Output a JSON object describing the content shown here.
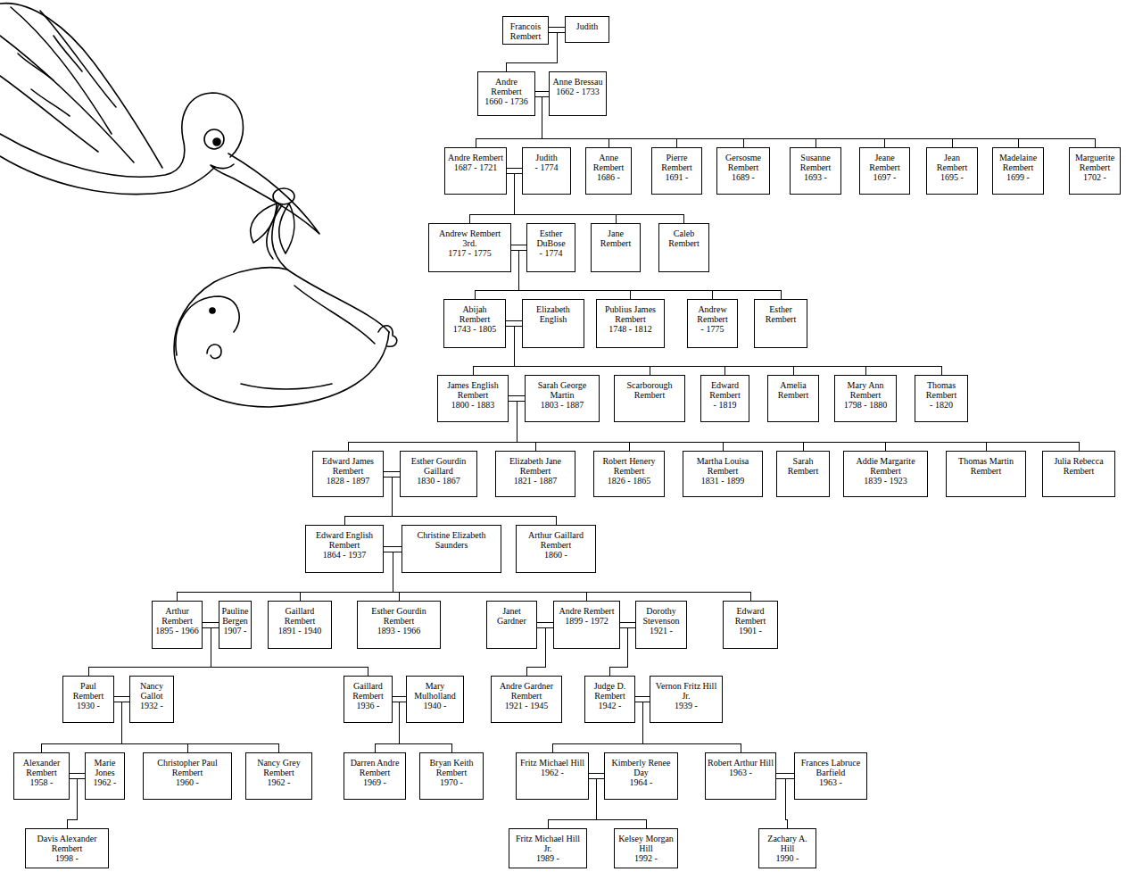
{
  "diagram": {
    "nodes": [
      {
        "text": [
          "Francois Rembert"
        ]
      },
      {
        "text": [
          "Judith"
        ]
      },
      {
        "text": [
          "Andre Rembert",
          "1660 - 1736"
        ]
      },
      {
        "text": [
          "Anne Bressau",
          "1662 - 1733"
        ]
      },
      {
        "text": [
          "Andre Rembert",
          "1687 - 1721"
        ]
      },
      {
        "text": [
          "Judith",
          "- 1774"
        ]
      },
      {
        "text": [
          "Anne Rembert",
          "1686 -"
        ]
      },
      {
        "text": [
          "Pierre Rembert",
          "1691 -"
        ]
      },
      {
        "text": [
          "Gersosme Rembert",
          "1689 -"
        ]
      },
      {
        "text": [
          "Susanne Rembert",
          "1693 -"
        ]
      },
      {
        "text": [
          "Jeane Rembert",
          "1697 -"
        ]
      },
      {
        "text": [
          "Jean Rembert",
          "1695 -"
        ]
      },
      {
        "text": [
          "Madelaine Rembert",
          "1699 -"
        ]
      },
      {
        "text": [
          "Marguerite Rembert",
          "1702 -"
        ]
      },
      {
        "text": [
          "Andrew Rembert 3rd.",
          "1717 - 1775"
        ]
      },
      {
        "text": [
          "Esther DuBose",
          "- 1774"
        ]
      },
      {
        "text": [
          "Jane Rembert"
        ]
      },
      {
        "text": [
          "Caleb Rembert"
        ]
      },
      {
        "text": [
          "Abijah Rembert",
          "1743 - 1805"
        ]
      },
      {
        "text": [
          "Elizabeth English"
        ]
      },
      {
        "text": [
          "Publius James Rembert",
          "1748 - 1812"
        ]
      },
      {
        "text": [
          "Andrew Rembert",
          "- 1775"
        ]
      },
      {
        "text": [
          "Esther Rembert"
        ]
      },
      {
        "text": [
          "James English Rembert",
          "1800 - 1883"
        ]
      },
      {
        "text": [
          "Sarah George Martin",
          "1803 - 1887"
        ]
      },
      {
        "text": [
          "Scarborough Rembert"
        ]
      },
      {
        "text": [
          "Edward Rembert",
          "- 1819"
        ]
      },
      {
        "text": [
          "Amelia Rembert"
        ]
      },
      {
        "text": [
          "Mary Ann Rembert",
          "1798 - 1880"
        ]
      },
      {
        "text": [
          "Thomas Rembert",
          "- 1820"
        ]
      },
      {
        "text": [
          "Edward James Rembert",
          "1828 - 1897"
        ]
      },
      {
        "text": [
          "Esther Gourdin Gaillard",
          "1830 - 1867"
        ]
      },
      {
        "text": [
          "Elizabeth Jane Rembert",
          "1821 - 1887"
        ]
      },
      {
        "text": [
          "Robert Henery Rembert",
          "1826 - 1865"
        ]
      },
      {
        "text": [
          "Martha Louisa Rembert",
          "1831 - 1899"
        ]
      },
      {
        "text": [
          "Sarah Rembert"
        ]
      },
      {
        "text": [
          "Addie Margarite Rembert",
          "1839 - 1923"
        ]
      },
      {
        "text": [
          "Thomas Martin Rembert"
        ]
      },
      {
        "text": [
          "Julia Rebecca Rembert"
        ]
      },
      {
        "text": [
          "Edward English Rembert",
          "1864 - 1937"
        ]
      },
      {
        "text": [
          "Christine Elizabeth Saunders"
        ]
      },
      {
        "text": [
          "Arthur Gaillard Rembert",
          "1860 -"
        ]
      },
      {
        "text": [
          "Arthur Rembert",
          "1895 - 1966"
        ]
      },
      {
        "text": [
          "Pauline Bergen",
          "1907 -"
        ]
      },
      {
        "text": [
          "Gaillard Rembert",
          "1891 - 1940"
        ]
      },
      {
        "text": [
          "Esther Gourdin Rembert",
          "1893 - 1966"
        ]
      },
      {
        "text": [
          "Janet Gardner"
        ]
      },
      {
        "text": [
          "Andre Rembert",
          "1899 - 1972"
        ]
      },
      {
        "text": [
          "Dorothy Stevenson",
          "1921 -"
        ]
      },
      {
        "text": [
          "Edward Rembert",
          "1901 -"
        ]
      },
      {
        "text": [
          "Paul Rembert",
          "1930 -"
        ]
      },
      {
        "text": [
          "Nancy Gallot",
          "1932 -"
        ]
      },
      {
        "text": [
          "Gaillard Rembert",
          "1936 -"
        ]
      },
      {
        "text": [
          "Mary Mulholland",
          "1940 -"
        ]
      },
      {
        "text": [
          "Andre Gardner Rembert",
          "1921 - 1945"
        ]
      },
      {
        "text": [
          "Judge D. Rembert",
          "1942 -"
        ]
      },
      {
        "text": [
          "Vernon Fritz Hill Jr.",
          "1939 -"
        ]
      },
      {
        "text": [
          "Alexander Rembert",
          "1958 -"
        ]
      },
      {
        "text": [
          "Marie Jones",
          "1962 -"
        ]
      },
      {
        "text": [
          "Christopher Paul Rembert",
          "1960 -"
        ]
      },
      {
        "text": [
          "Nancy Grey Rembert",
          "1962 -"
        ]
      },
      {
        "text": [
          "Darren Andre Rembert",
          "1969 -"
        ]
      },
      {
        "text": [
          "Bryan Keith Rembert",
          "1970 -"
        ]
      },
      {
        "text": [
          "Fritz Michael Hill",
          "1962 -"
        ]
      },
      {
        "text": [
          "Kimberly Renee Day",
          "1964 -"
        ]
      },
      {
        "text": [
          "Robert Arthur Hill",
          "1963 -"
        ]
      },
      {
        "text": [
          "Frances Labruce Barfield",
          "1963 -"
        ]
      },
      {
        "text": [
          "Davis Alexander Rembert",
          "1998 -"
        ]
      },
      {
        "text": [
          "Fritz Michael Hill Jr.",
          "1989 -"
        ]
      },
      {
        "text": [
          "Kelsey Morgan Hill",
          "1992 -"
        ]
      },
      {
        "text": [
          "Zachary A. Hill",
          "1990 -"
        ]
      }
    ],
    "edges": [
      {
        "from": 0,
        "to": 1,
        "arrow": "none"
      },
      {
        "from": 0,
        "to": 2,
        "arrow": "none"
      },
      {
        "from": 2,
        "to": 3,
        "arrow": "none"
      },
      {
        "from": 2,
        "to": 4,
        "arrow": "none"
      },
      {
        "from": 2,
        "to": 6,
        "arrow": "none"
      },
      {
        "from": 2,
        "to": 7,
        "arrow": "none"
      },
      {
        "from": 2,
        "to": 8,
        "arrow": "none"
      },
      {
        "from": 2,
        "to": 9,
        "arrow": "none"
      },
      {
        "from": 2,
        "to": 10,
        "arrow": "none"
      },
      {
        "from": 2,
        "to": 11,
        "arrow": "none"
      },
      {
        "from": 2,
        "to": 12,
        "arrow": "none"
      },
      {
        "from": 2,
        "to": 13,
        "arrow": "none"
      },
      {
        "from": 4,
        "to": 5,
        "arrow": "none"
      },
      {
        "from": 4,
        "to": 14,
        "arrow": "none"
      },
      {
        "from": 4,
        "to": 16,
        "arrow": "none"
      },
      {
        "from": 4,
        "to": 17,
        "arrow": "none"
      },
      {
        "from": 14,
        "to": 15,
        "arrow": "none"
      },
      {
        "from": 14,
        "to": 18,
        "arrow": "none"
      },
      {
        "from": 14,
        "to": 20,
        "arrow": "none"
      },
      {
        "from": 14,
        "to": 21,
        "arrow": "none"
      },
      {
        "from": 14,
        "to": 22,
        "arrow": "none"
      },
      {
        "from": 18,
        "to": 19,
        "arrow": "none"
      },
      {
        "from": 18,
        "to": 23,
        "arrow": "none"
      },
      {
        "from": 18,
        "to": 25,
        "arrow": "none"
      },
      {
        "from": 18,
        "to": 26,
        "arrow": "none"
      },
      {
        "from": 18,
        "to": 27,
        "arrow": "none"
      },
      {
        "from": 18,
        "to": 28,
        "arrow": "none"
      },
      {
        "from": 18,
        "to": 29,
        "arrow": "none"
      },
      {
        "from": 23,
        "to": 24,
        "arrow": "none"
      },
      {
        "from": 23,
        "to": 30,
        "arrow": "none"
      },
      {
        "from": 23,
        "to": 32,
        "arrow": "none"
      },
      {
        "from": 23,
        "to": 33,
        "arrow": "none"
      },
      {
        "from": 23,
        "to": 34,
        "arrow": "none"
      },
      {
        "from": 23,
        "to": 35,
        "arrow": "none"
      },
      {
        "from": 23,
        "to": 36,
        "arrow": "none"
      },
      {
        "from": 23,
        "to": 37,
        "arrow": "none"
      },
      {
        "from": 23,
        "to": 38,
        "arrow": "none"
      },
      {
        "from": 30,
        "to": 31,
        "arrow": "none"
      },
      {
        "from": 30,
        "to": 39,
        "arrow": "none"
      },
      {
        "from": 30,
        "to": 41,
        "arrow": "none"
      },
      {
        "from": 39,
        "to": 40,
        "arrow": "none"
      },
      {
        "from": 39,
        "to": 42,
        "arrow": "none"
      },
      {
        "from": 39,
        "to": 44,
        "arrow": "none"
      },
      {
        "from": 39,
        "to": 45,
        "arrow": "none"
      },
      {
        "from": 39,
        "to": 47,
        "arrow": "none"
      },
      {
        "from": 39,
        "to": 49,
        "arrow": "none"
      },
      {
        "from": 42,
        "to": 43,
        "arrow": "none"
      },
      {
        "from": 42,
        "to": 50,
        "arrow": "none"
      },
      {
        "from": 42,
        "to": 52,
        "arrow": "none"
      },
      {
        "from": 46,
        "to": 47,
        "arrow": "none"
      },
      {
        "from": 46,
        "to": 54,
        "arrow": "none"
      },
      {
        "from": 47,
        "to": 48,
        "arrow": "none"
      },
      {
        "from": 47,
        "to": 55,
        "arrow": "none"
      },
      {
        "from": 50,
        "to": 51,
        "arrow": "none"
      },
      {
        "from": 50,
        "to": 57,
        "arrow": "none"
      },
      {
        "from": 50,
        "to": 59,
        "arrow": "none"
      },
      {
        "from": 50,
        "to": 60,
        "arrow": "none"
      },
      {
        "from": 52,
        "to": 53,
        "arrow": "none"
      },
      {
        "from": 52,
        "to": 61,
        "arrow": "none"
      },
      {
        "from": 52,
        "to": 62,
        "arrow": "none"
      },
      {
        "from": 55,
        "to": 56,
        "arrow": "none"
      },
      {
        "from": 55,
        "to": 63,
        "arrow": "none"
      },
      {
        "from": 55,
        "to": 65,
        "arrow": "none"
      },
      {
        "from": 57,
        "to": 58,
        "arrow": "none"
      },
      {
        "from": 57,
        "to": 67,
        "arrow": "none"
      },
      {
        "from": 63,
        "to": 64,
        "arrow": "none"
      },
      {
        "from": 63,
        "to": 68,
        "arrow": "none"
      },
      {
        "from": 63,
        "to": 69,
        "arrow": "none"
      },
      {
        "from": 65,
        "to": 66,
        "arrow": "none"
      },
      {
        "from": 65,
        "to": 70,
        "arrow": "none"
      }
    ]
  }
}
